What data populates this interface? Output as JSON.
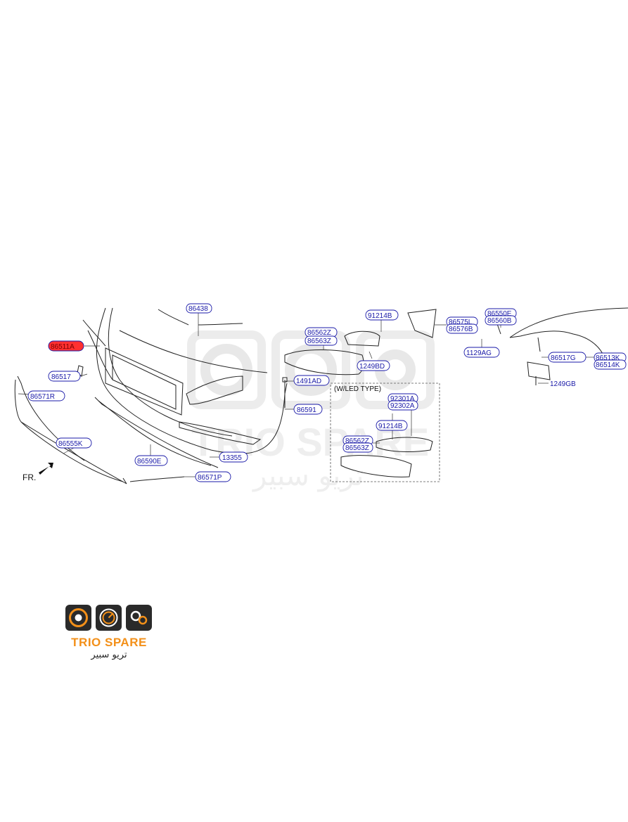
{
  "diagram": {
    "callouts": [
      {
        "id": "86438",
        "text": "86438"
      },
      {
        "id": "86511A",
        "text": "86511A",
        "highlight": true
      },
      {
        "id": "86517",
        "text": "86517"
      },
      {
        "id": "86571R",
        "text": "86571R"
      },
      {
        "id": "86555K",
        "text": "86555K"
      },
      {
        "id": "86590E",
        "text": "86590E"
      },
      {
        "id": "86571P",
        "text": "86571P"
      },
      {
        "id": "13355",
        "text": "13355"
      },
      {
        "id": "86562Z_a",
        "text": "86562Z"
      },
      {
        "id": "86563Z_a",
        "text": "86563Z"
      },
      {
        "id": "91214B_a",
        "text": "91214B"
      },
      {
        "id": "1249BD",
        "text": "1249BD"
      },
      {
        "id": "1491AD",
        "text": "1491AD"
      },
      {
        "id": "86591",
        "text": "86591"
      },
      {
        "id": "86575L",
        "text": "86575L"
      },
      {
        "id": "86576B",
        "text": "86576B"
      },
      {
        "id": "86550E",
        "text": "86550E"
      },
      {
        "id": "86560B",
        "text": "86560B"
      },
      {
        "id": "1129AG",
        "text": "1129AG"
      },
      {
        "id": "86517G",
        "text": "86517G"
      },
      {
        "id": "86513K",
        "text": "86513K"
      },
      {
        "id": "86514K",
        "text": "86514K"
      },
      {
        "id": "1249GB",
        "text": "1249GB"
      },
      {
        "id": "92301A",
        "text": "92301A"
      },
      {
        "id": "92302A",
        "text": "92302A"
      },
      {
        "id": "91214B_b",
        "text": "91214B"
      },
      {
        "id": "86562Z_b",
        "text": "86562Z"
      },
      {
        "id": "86563Z_b",
        "text": "86563Z"
      }
    ],
    "front_marker": "FR.",
    "led_note": "(W/LED TYPE)",
    "highlight_color": "#ff3030",
    "label_color": "#1a1aa8"
  },
  "watermark": {
    "brand": "TRIO SPARE",
    "brand_ar": "تريو سبير"
  },
  "logo": {
    "brand": "TRIO SPARE",
    "brand_ar": "تريو سبير",
    "brand_color": "#f39019"
  }
}
